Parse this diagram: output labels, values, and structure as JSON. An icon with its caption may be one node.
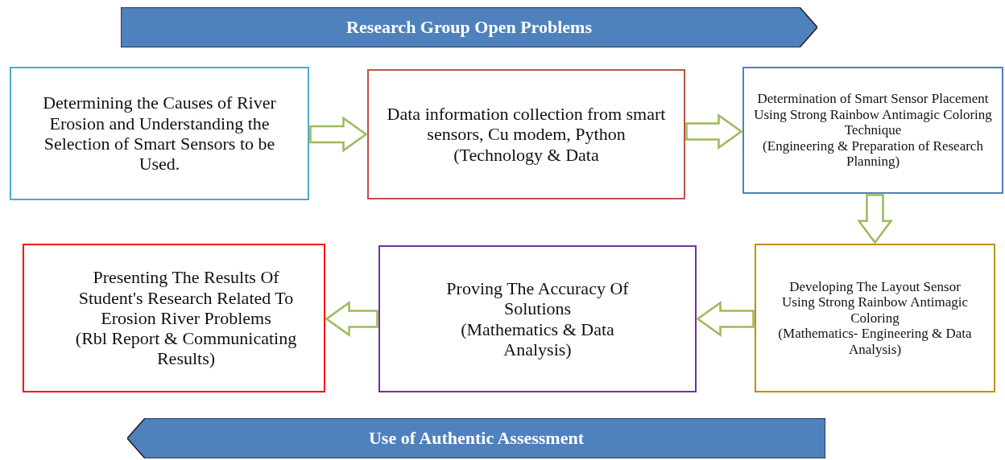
{
  "diagram": {
    "nodes": [
      {
        "text": [
          "Research Group Open Problems"
        ]
      },
      {
        "text": [
          "Determining the Causes of River Erosion and Understanding the Selection of Smart Sensors to be Used."
        ]
      },
      {
        "text": [
          "Data information collection from smart sensors, Cu modem, Python (Technology & Data"
        ]
      },
      {
        "text": [
          "Determination of Smart Sensor Placement Using Strong Rainbow Antimagic Coloring Technique",
          "(Engineering & Preparation of Research Planning)"
        ]
      },
      {
        "text": [
          "Presenting The Results Of Student's Research Related To Erosion River Problems",
          "(Rbl Report & Communicating Results)"
        ]
      },
      {
        "text": [
          "Proving The Accuracy Of Solutions",
          "(Mathematics & Data Analysis)"
        ]
      },
      {
        "text": [
          "Developing The Layout Sensor Using Strong Rainbow Antimagic Coloring",
          "(Mathematics- Engineering & Data Analysis)"
        ]
      },
      {
        "text": [
          "Use of Authentic Assessment"
        ]
      }
    ],
    "edges": [
      {
        "from": 1,
        "to": 2,
        "arrow": "to"
      },
      {
        "from": 2,
        "to": 3,
        "arrow": "to"
      },
      {
        "from": 3,
        "to": 6,
        "arrow": "to"
      },
      {
        "from": 6,
        "to": 5,
        "arrow": "to"
      },
      {
        "from": 5,
        "to": 4,
        "arrow": "to"
      }
    ]
  }
}
